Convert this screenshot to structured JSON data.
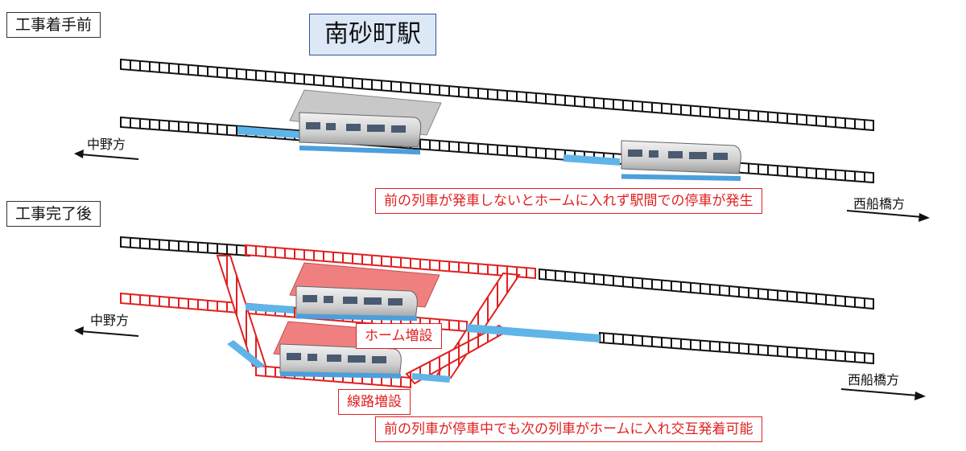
{
  "labels": {
    "before": "工事着手前",
    "after": "工事完了後",
    "station": "南砂町駅",
    "nakano_top": "中野方",
    "nakano_bottom": "中野方",
    "nishifunabashi_top": "西船橋方",
    "nishifunabashi_bottom": "西船橋方",
    "note_before": "前の列車が発車しないとホームに入れず駅間での停車が発生",
    "platform_add": "ホーム増設",
    "track_add": "線路増設",
    "note_after": "前の列車が停車中でも次の列車がホームに入れ交互発着可能"
  },
  "colors": {
    "track_existing": "#111111",
    "track_new": "#e02020",
    "platform_existing": "#c8c8c8",
    "platform_new": "#f08080",
    "train_stripe": "#4a9fdc",
    "train_body": "#d9d9d9",
    "flow_arrow": "#5fb4e8"
  }
}
